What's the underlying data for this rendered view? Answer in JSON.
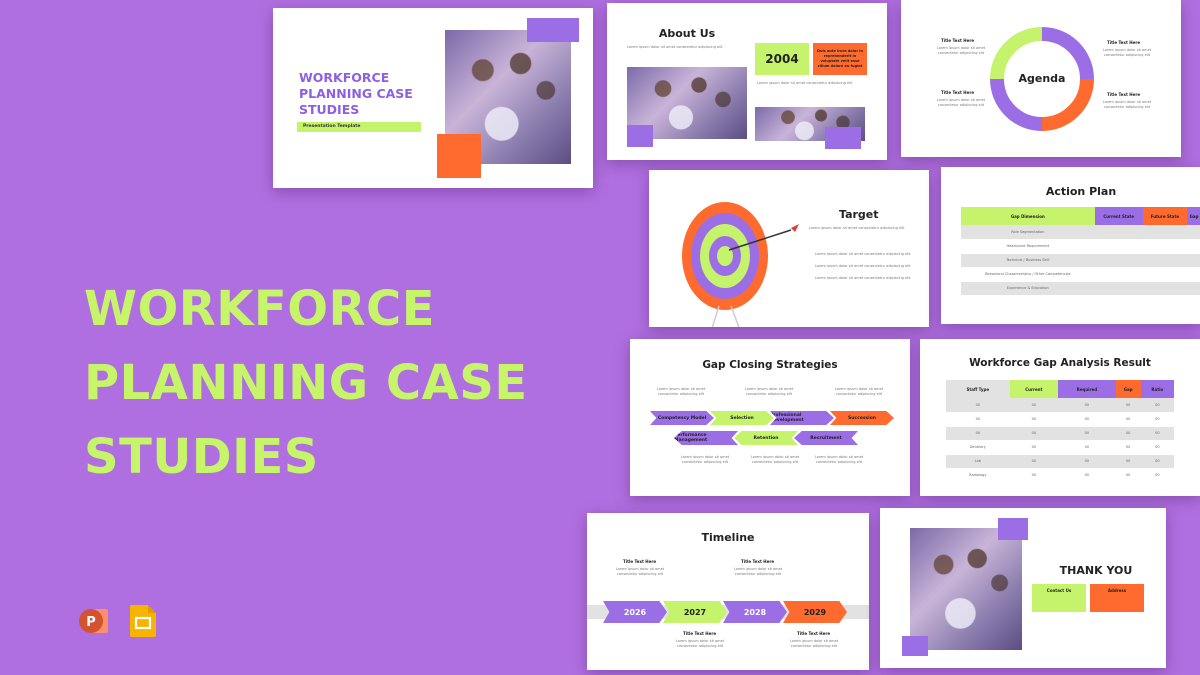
{
  "hero": {
    "line1": "WORKFORCE",
    "line2": "PLANNING CASE",
    "line3": "STUDIES"
  },
  "cover": {
    "title_line1": "WORKFORCE",
    "title_line2": "PLANNING CASE",
    "title_line3": "STUDIES",
    "subtitle": "Presentation Template"
  },
  "about": {
    "title": "About Us",
    "year": "2004",
    "callout": "Duis aute irure dolor in reprehenderit in voluptate velit esse cillum dolore eu fugiat"
  },
  "agenda": {
    "center": "Agenda",
    "item_label": "Title Text Here"
  },
  "target": {
    "title": "Target"
  },
  "action_plan": {
    "title": "Action Plan",
    "headers": [
      "Gap Dimension",
      "Current State",
      "Future State",
      "Gap"
    ],
    "rows": [
      "Role Segmentation",
      "Headcount Requirement",
      "Technical / Business Skill",
      "Behavioral Characteristics / Other Competencies",
      "Experience & Education"
    ]
  },
  "gap_strategies": {
    "title": "Gap Closing Strategies",
    "row1": [
      "Competency Model",
      "Selection",
      "Professional Development",
      "Succession"
    ],
    "row2": [
      "Performance Management",
      "Retention",
      "Recruitment"
    ]
  },
  "gap_analysis": {
    "title": "Workforce Gap Analysis Result",
    "headers": [
      "Staff Type",
      "Current",
      "Required",
      "Gap",
      "Ratio"
    ],
    "rows": [
      "00",
      "00",
      "00",
      "Dentistry",
      "Lab",
      "Radiology"
    ],
    "cell": "00"
  },
  "timeline": {
    "title": "Timeline",
    "years": [
      "2026",
      "2027",
      "2028",
      "2029"
    ],
    "item_label": "Title Text Here"
  },
  "thanks": {
    "title": "THANK YOU",
    "contact_label": "Contact Us",
    "address_label": "Address"
  },
  "placeholder": "Lorem ipsum dolor sit amet consectetur adipiscing elit",
  "apps": {
    "powerpoint": "P"
  },
  "colors": {
    "background": "#b06fe0",
    "green": "#c5f36b",
    "purple": "#9b6ee6",
    "orange": "#ff6a2e"
  }
}
